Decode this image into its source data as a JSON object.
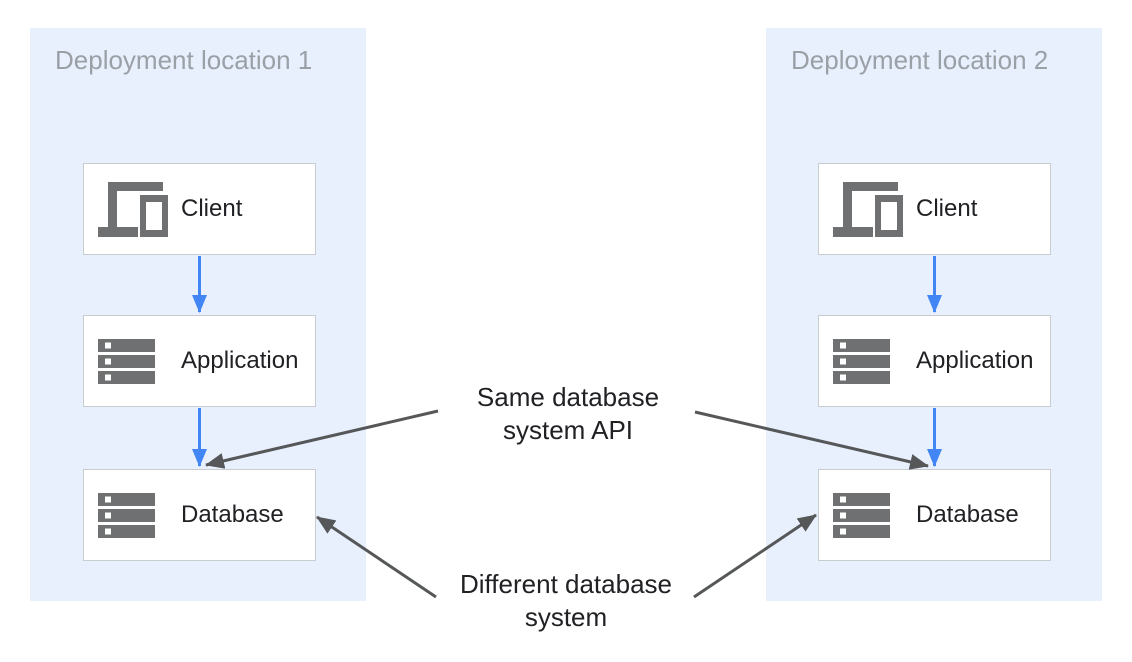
{
  "panels": [
    {
      "title": "Deployment location 1",
      "nodes": [
        {
          "label": "Client",
          "icon": "devices-icon"
        },
        {
          "label": "Application",
          "icon": "server-icon"
        },
        {
          "label": "Database",
          "icon": "server-icon"
        }
      ]
    },
    {
      "title": "Deployment location 2",
      "nodes": [
        {
          "label": "Client",
          "icon": "devices-icon"
        },
        {
          "label": "Application",
          "icon": "server-icon"
        },
        {
          "label": "Database",
          "icon": "server-icon"
        }
      ]
    }
  ],
  "annotations": [
    {
      "lines": [
        "Same database",
        "system API"
      ],
      "points_to": "database-top-edges"
    },
    {
      "lines": [
        "Different database",
        "system"
      ],
      "points_to": "database-side-edges"
    }
  ],
  "colors": {
    "panel_background": "#E8F0FE",
    "node_background": "#FFFFFF",
    "node_border": "#C9CCCE",
    "panel_title_text": "#9AA0A6",
    "node_label_text": "#202124",
    "annotation_text": "#202124",
    "flow_arrow_blue": "#4285F4",
    "annotation_arrow_gray": "#555759",
    "icon_gray": "#6E7072"
  }
}
